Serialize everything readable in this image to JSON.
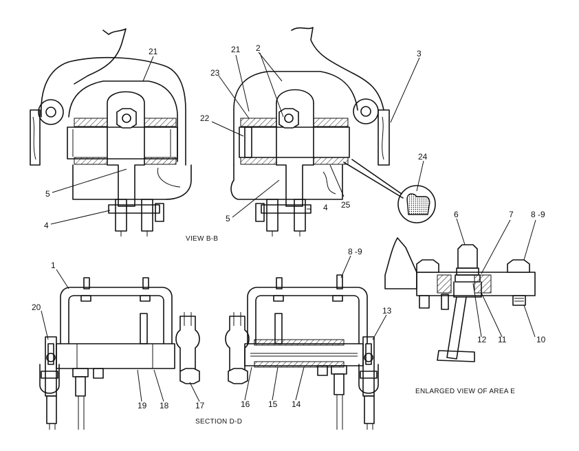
{
  "captions": {
    "view_bb": "VIEW B-B",
    "section_dd": "SECTION D-D",
    "enlarged": "ENLARGED VIEW OF AREA E"
  },
  "callouts": {
    "c1": "1",
    "c2": "2",
    "c3": "3",
    "c4a": "4",
    "c4b": "4",
    "c5a": "5",
    "c5b": "5",
    "c6": "6",
    "c7": "7",
    "c8_9a": "8 -9",
    "c8_9b": "8 -9",
    "c10": "10",
    "c11": "11",
    "c12": "12",
    "c13": "13",
    "c14": "14",
    "c15": "15",
    "c16": "16",
    "c17": "17",
    "c18": "18",
    "c19": "19",
    "c20": "20",
    "c21a": "21",
    "c21b": "21",
    "c22": "22",
    "c23": "23",
    "c24": "24",
    "c25": "25"
  }
}
